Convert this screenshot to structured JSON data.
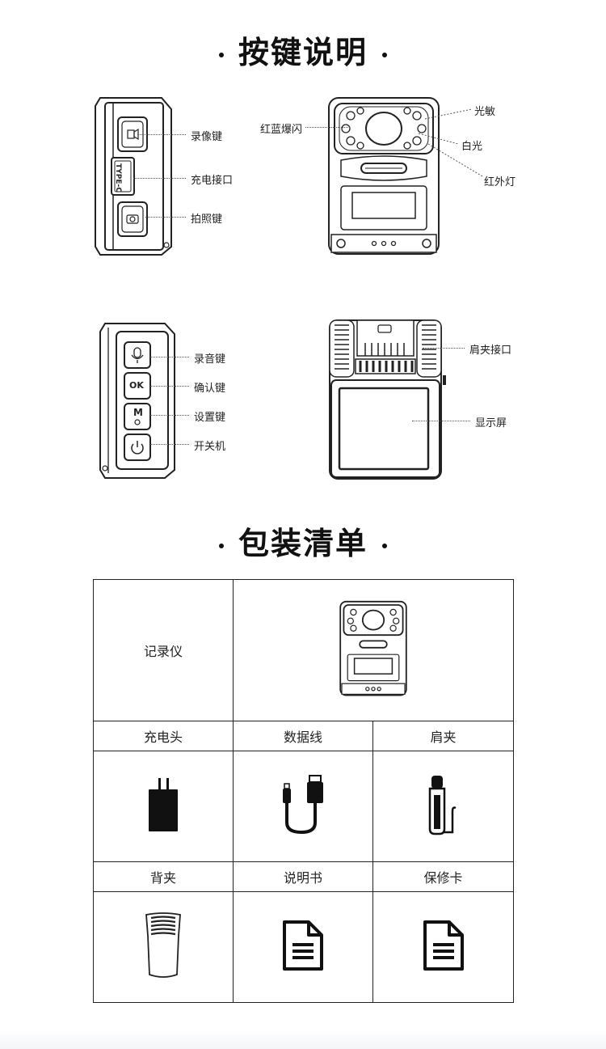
{
  "section1": {
    "title": "按键说明"
  },
  "section2": {
    "title": "包装清单"
  },
  "callouts": {
    "side1": [
      "录像键",
      "充电接口",
      "拍照键"
    ],
    "type_c": "TYPE-C",
    "front": {
      "left": "红蓝爆闪",
      "right": [
        "光敏",
        "白光",
        "红外灯"
      ]
    },
    "side2": [
      "录音键",
      "确认键",
      "设置键",
      "开关机"
    ],
    "ok_key": "OK",
    "m_key": "M",
    "back": [
      "肩夹接口",
      "显示屏"
    ]
  },
  "package": {
    "main_item": "记录仪",
    "row2": [
      "充电头",
      "数据线",
      "肩夹"
    ],
    "row3": [
      "背夹",
      "说明书",
      "保修卡"
    ]
  },
  "icons": [
    "document-icon",
    "usb-cable-icon",
    "charger-icon",
    "shoulder-clip-icon",
    "back-clip-icon"
  ]
}
